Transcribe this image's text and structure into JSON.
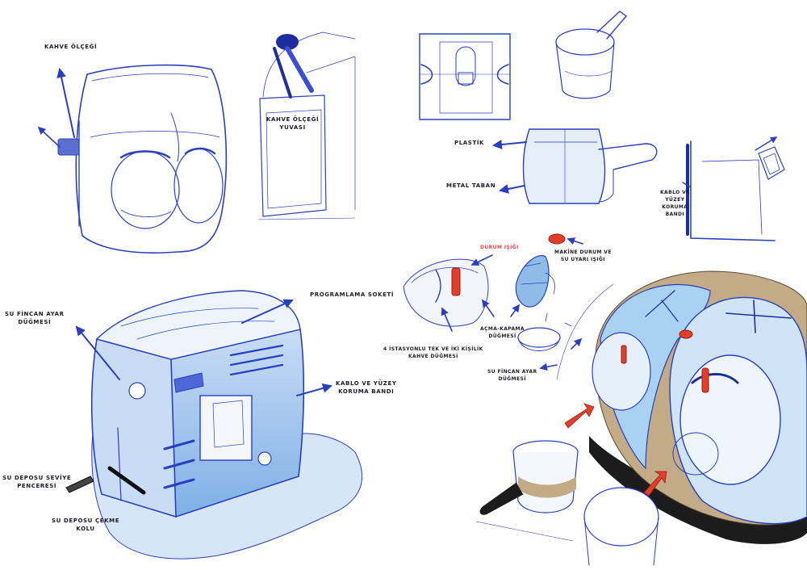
{
  "labels": {
    "kahve_olcegi": "KAHVE ÖLÇEĞİ",
    "kahve_olcegi_yuvasi_1": "KAHVE ÖLÇEĞİ",
    "kahve_olcegi_yuvasi_2": "YUVASI",
    "plastik": "PLASTİK",
    "metal_taban": "METAL TABAN",
    "kablo_koruma_small_1": "KABLO VE",
    "kablo_koruma_small_2": "YÜZEY",
    "kablo_koruma_small_3": "KORUMA",
    "kablo_koruma_small_4": "BANDI",
    "durum_isigi": "DURUM IŞIĞI",
    "makine_durum_1": "MAKİNE DURUM VE",
    "makine_durum_2": "SU UYARI IŞIĞI",
    "acma_kapama_1": "AÇMA-KAPAMA",
    "acma_kapama_2": "DÜĞMESİ",
    "istasyon_1": "4 İSTASYONLU TEK VE İKİ KİŞİLİK",
    "istasyon_2": "KAHVE DÜĞMESİ",
    "su_fincan_small_1": "SU FİNCAN AYAR",
    "su_fincan_small_2": "DÜĞMESİ",
    "programlama_soketi": "PROGRAMLAMA SOKETİ",
    "su_fincan_1": "SU FİNCAN AYAR",
    "su_fincan_2": "DÜĞMESİ",
    "kablo_yuzey_1": "KABLO VE YÜZEY",
    "kablo_yuzey_2": "KORUMA BANDI",
    "su_deposu_seviye_1": "SU DEPOSU SEVİYE",
    "su_deposu_seviye_2": "PENCERESİ",
    "su_deposu_cekme_1": "SU DEPOSU ÇEKME",
    "su_deposu_cekme_2": "KOLU"
  },
  "colors": {
    "ink_blue": "#2a3fc0",
    "light_blue": "#9fc6ee",
    "tan": "#c2ab86",
    "red_accent": "#e0402a",
    "dark_base": "#1c1c1c"
  }
}
